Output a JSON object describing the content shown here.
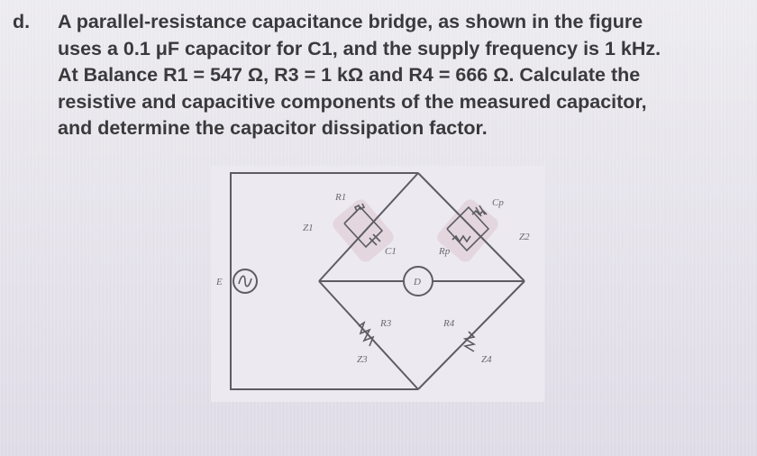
{
  "question": {
    "label": "d.",
    "lines": [
      "A parallel-resistance capacitance bridge, as shown in the figure",
      "uses a 0.1 μF capacitor for C1, and the supply frequency is 1 kHz.",
      "At Balance R1 = 547 Ω, R3 = 1 kΩ and R4 = 666 Ω. Calculate the",
      "resistive and capacitive components of the measured capacitor,",
      "and determine the capacitor dissipation factor."
    ]
  },
  "figure": {
    "labels": {
      "R1": "R1",
      "Z1": "Z1",
      "C1": "C1",
      "Cp": "Cp",
      "Rp": "Rp",
      "Z2": "Z2",
      "E": "E",
      "D": "D",
      "R3": "R3",
      "R4": "R4",
      "Z3": "Z3",
      "Z4": "Z4"
    }
  }
}
